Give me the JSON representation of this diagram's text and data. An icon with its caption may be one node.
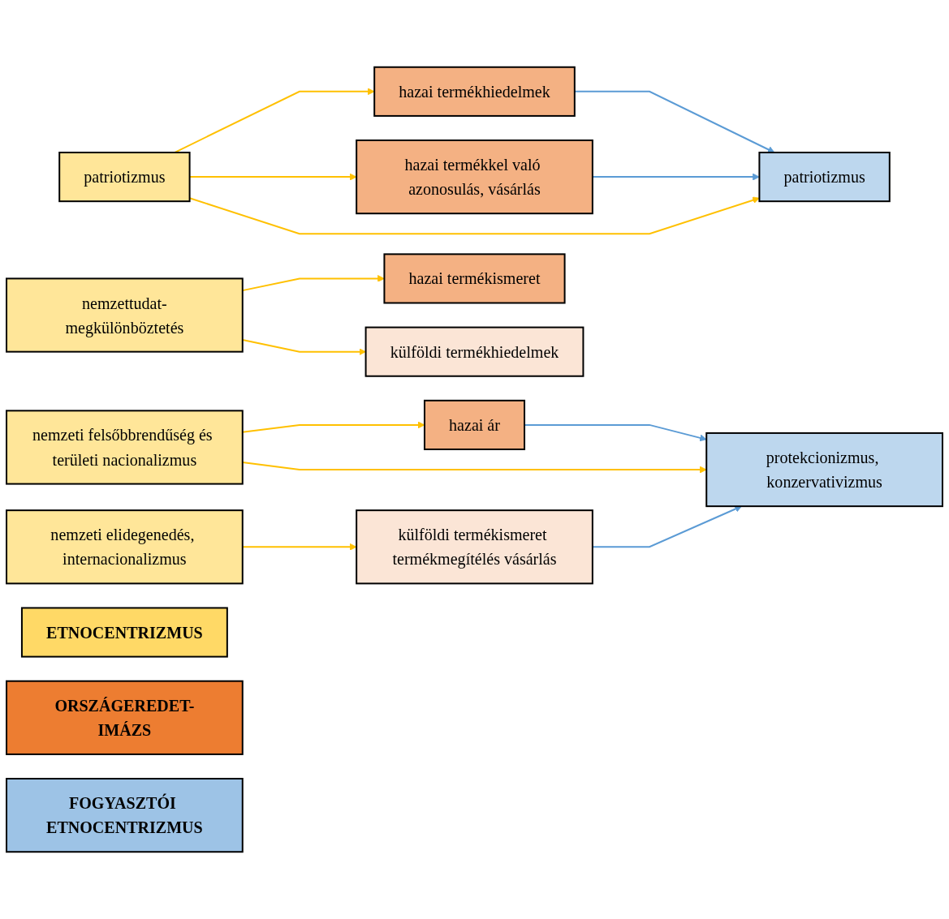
{
  "diagram": {
    "nodes": [
      {
        "text": [
          "ORSZÁGEREDET-IMÁZS"
        ]
      },
      {
        "text": [
          "hazai termékhiedelmek"
        ]
      },
      {
        "text": [
          "hazai termékkel való azonosulás, vásárlás"
        ]
      },
      {
        "text": [
          "hazai termékismeret"
        ]
      },
      {
        "text": [
          "hazai ár"
        ]
      },
      {
        "text": [
          "külföldi termékhiedelmek"
        ]
      },
      {
        "text": [
          "külföldi termékismeret termékmegítélés vásárlás"
        ]
      },
      {
        "text": [
          "ETNOCENTRIZMUS"
        ]
      },
      {
        "text": [
          "patriotizmus"
        ]
      },
      {
        "text": [
          "nemzeti felsőbbrendűség és területi nacionalizmus"
        ]
      },
      {
        "text": [
          "nemzettudat-megkülönböztetés"
        ]
      },
      {
        "text": [
          "nemzeti elidegenedés, internacionalizmus"
        ]
      },
      {
        "text": [
          "protekcionizmus, konzervativizmus"
        ]
      },
      {
        "text": [
          "patriotizmus"
        ]
      },
      {
        "text": [
          "FOGYASZTÓI ETNOCENTRIZMUS"
        ]
      }
    ],
    "edges": [
      {
        "from": 8,
        "to": 1,
        "arrow": "to"
      },
      {
        "from": 8,
        "to": 2,
        "arrow": "to"
      },
      {
        "from": 8,
        "to": 13,
        "arrow": "to"
      },
      {
        "from": 9,
        "to": 4,
        "arrow": "to"
      },
      {
        "from": 9,
        "to": 12,
        "arrow": "to"
      },
      {
        "from": 10,
        "to": 3,
        "arrow": "to"
      },
      {
        "from": 10,
        "to": 5,
        "arrow": "to"
      },
      {
        "from": 11,
        "to": 6,
        "arrow": "to"
      },
      {
        "from": 1,
        "to": 13,
        "arrow": "to",
        "color": "#5b9bd5"
      },
      {
        "from": 2,
        "to": 13,
        "arrow": "to",
        "color": "#5b9bd5"
      },
      {
        "from": 4,
        "to": 12,
        "arrow": "to",
        "color": "#5b9bd5"
      },
      {
        "from": 6,
        "to": 12,
        "arrow": "to",
        "color": "#5b9bd5"
      }
    ]
  }
}
